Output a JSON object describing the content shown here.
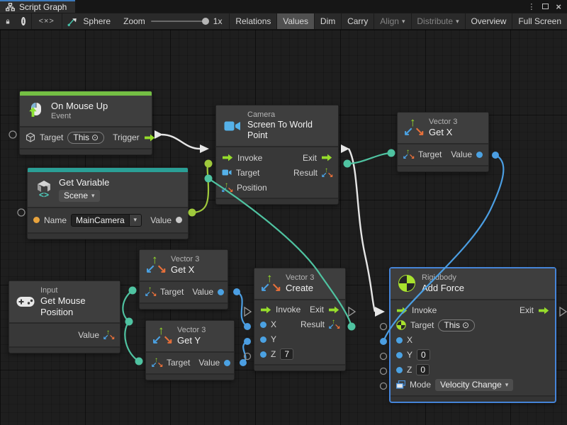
{
  "colors": {
    "accent_green": "#96dd2b",
    "bar_green": "#74bf44",
    "bar_teal": "#2a9f96",
    "wire_white": "#e6e6e6",
    "wire_teal": "#4fc3a1",
    "wire_blue": "#4b9ee2",
    "wire_green": "#9fc93c",
    "port_orange": "#e8a33d",
    "port_gray": "#c9c9c9",
    "sel_blue": "#4584d8"
  },
  "tab": {
    "title": "Script Graph"
  },
  "toolbar": {
    "graph_name": "Sphere",
    "zoom_label": "Zoom",
    "zoom_value": "1x",
    "code_icon": "<×>",
    "buttons": [
      {
        "label": "Relations"
      },
      {
        "label": "Values"
      },
      {
        "label": "Dim"
      },
      {
        "label": "Carry"
      },
      {
        "label": "Align"
      },
      {
        "label": "Distribute"
      },
      {
        "label": "Overview"
      },
      {
        "label": "Full Screen"
      }
    ]
  },
  "nodes": {
    "on_mouse_up": {
      "title": "On Mouse Up",
      "subtitle": "Event",
      "target": "Target",
      "this_value": "This",
      "trigger": "Trigger"
    },
    "get_variable": {
      "title": "Get Variable",
      "scope": "Scene",
      "name": "Name",
      "name_value": "MainCamera",
      "value": "Value"
    },
    "screen_to_world_point": {
      "category": "Camera",
      "title": "Screen To World Point",
      "invoke": "Invoke",
      "exit": "Exit",
      "target": "Target",
      "result": "Result",
      "position": "Position"
    },
    "get_x_top": {
      "category": "Vector 3",
      "title": "Get X",
      "target": "Target",
      "value": "Value"
    },
    "get_mouse_position": {
      "category": "Input",
      "title": "Get Mouse Position",
      "value": "Value"
    },
    "get_x": {
      "category": "Vector 3",
      "title": "Get X",
      "target": "Target",
      "value": "Value"
    },
    "get_y": {
      "category": "Vector 3",
      "title": "Get Y",
      "target": "Target",
      "value": "Value"
    },
    "vector3_create": {
      "category": "Vector 3",
      "title": "Create",
      "invoke": "Invoke",
      "exit": "Exit",
      "x": "X",
      "y": "Y",
      "z": "Z",
      "z_value": "7",
      "result": "Result"
    },
    "add_force": {
      "category": "Rigidbody",
      "title": "Add Force",
      "invoke": "Invoke",
      "exit": "Exit",
      "target": "Target",
      "this_value": "This",
      "x": "X",
      "y": "Y",
      "y_value": "0",
      "z": "Z",
      "z_value": "0",
      "mode": "Mode",
      "mode_value": "Velocity Change"
    }
  },
  "connections": [
    {
      "from": "on_mouse_up.trigger",
      "to": "screen_to_world_point.invoke",
      "color": "white"
    },
    {
      "from": "screen_to_world_point.exit",
      "to": "add_force.invoke",
      "color": "white"
    },
    {
      "from": "get_variable.value",
      "to": "screen_to_world_point.target",
      "color": "green"
    },
    {
      "from": "screen_to_world_point.result",
      "to": "get_x_top.target",
      "color": "teal"
    },
    {
      "from": "vector3_create.result",
      "to": "screen_to_world_point.position",
      "color": "teal"
    },
    {
      "from": "get_mouse_position.value",
      "to": "get_x.target",
      "color": "teal"
    },
    {
      "from": "get_mouse_position.value",
      "to": "get_y.target",
      "color": "teal"
    },
    {
      "from": "get_x.value",
      "to": "vector3_create.x",
      "color": "blue"
    },
    {
      "from": "get_y.value",
      "to": "vector3_create.y",
      "color": "blue"
    },
    {
      "from": "get_x_top.value",
      "to": "add_force.x",
      "color": "blue"
    }
  ]
}
